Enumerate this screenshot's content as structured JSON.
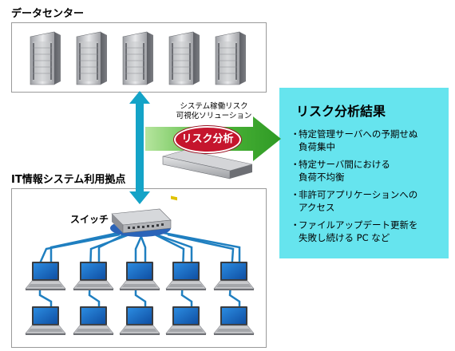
{
  "datacenter": {
    "title": "データセンター",
    "server_count": 5
  },
  "site": {
    "title": "IT情報システム利用拠点"
  },
  "switch": {
    "label": "スイッチ"
  },
  "solution": {
    "line1": "システム稼働リスク",
    "line2": "可視化ソリューション"
  },
  "risk_badge": {
    "label": "リスク分析"
  },
  "results": {
    "title": "リスク分析結果",
    "items": [
      {
        "line1": "特定管理サーバへの予期せぬ",
        "line2": "負荷集中"
      },
      {
        "line1": "特定サーバ間における",
        "line2": "負荷不均衡"
      },
      {
        "line1": "非許可アプリケーションへの",
        "line2": "アクセス"
      },
      {
        "line1": "ファイルアップデート更新を",
        "line2": "失敗し続ける PC など"
      }
    ]
  },
  "colors": {
    "result_bg": "#66e4ee",
    "arrow_green": "#4fb73a",
    "cable_blue": "#1f7fc0",
    "badge_red": "#c5152d",
    "vertical_arrow": "#14a3c7"
  },
  "icons": {
    "server": "server-rack-icon",
    "laptop": "laptop-icon",
    "switch": "network-switch-icon",
    "appliance": "appliance-icon"
  }
}
